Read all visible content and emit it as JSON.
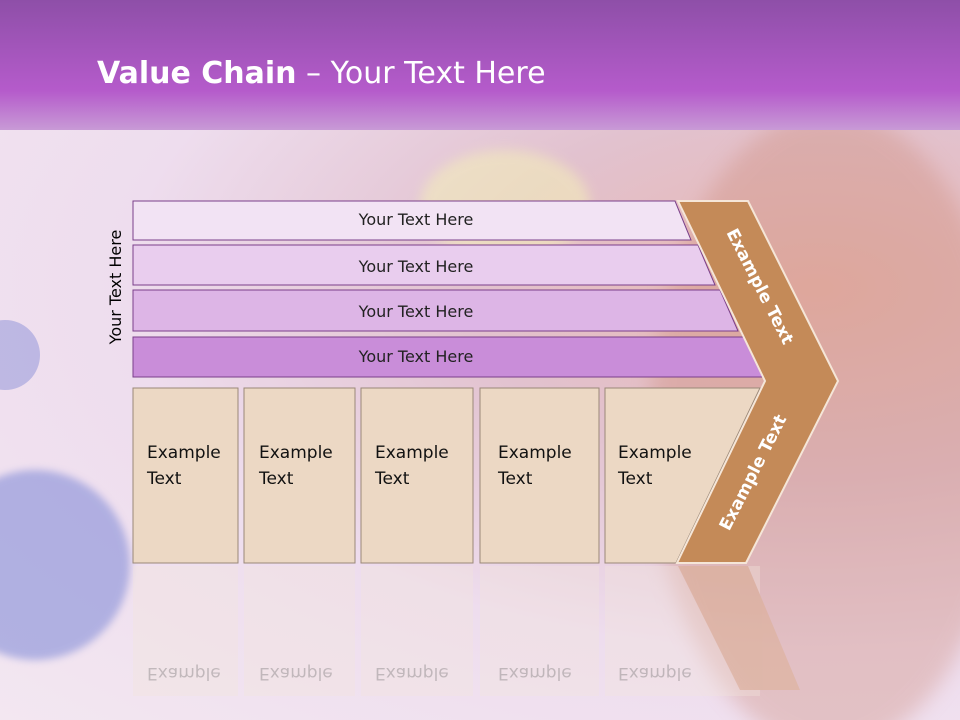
{
  "title": {
    "bold": "Value Chain",
    "rest": " – Your Text Here"
  },
  "side_label": "Your Text Here",
  "rows": [
    {
      "label": "Your Text Here",
      "fill": "#f2e3f4"
    },
    {
      "label": "Your Text Here",
      "fill": "#e9cdee"
    },
    {
      "label": "Your Text Here",
      "fill": "#ddb5e6"
    },
    {
      "label": "Your Text Here",
      "fill": "#c98dd9"
    }
  ],
  "boxes": [
    {
      "line1": "Example",
      "line2": "Text"
    },
    {
      "line1": "Example",
      "line2": "Text"
    },
    {
      "line1": "Example",
      "line2": "Text"
    },
    {
      "line1": "Example",
      "line2": "Text"
    },
    {
      "line1": "Example",
      "line2": "Text"
    }
  ],
  "chevron": {
    "upper_label": "Example Text",
    "lower_label": "Example Text",
    "fill": "#c48a58"
  },
  "colors": {
    "header": "#b55bcb",
    "box_fill": "#ecd8c4",
    "row_stroke": "#7a3f8a"
  }
}
